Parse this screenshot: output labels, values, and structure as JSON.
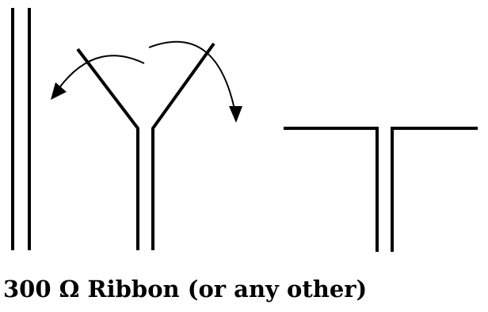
{
  "diagram": {
    "caption": "300 Ω Ribbon (or any other)",
    "colors": {
      "background": "#ffffff",
      "wire": "#000000"
    },
    "stages": [
      "straight-parallel-pair",
      "opened-y-shape",
      "fully-opened-t-dipole"
    ],
    "arrows": [
      "rotate-left-arm-outward-arrow",
      "rotate-right-arm-outward-arrow"
    ]
  }
}
